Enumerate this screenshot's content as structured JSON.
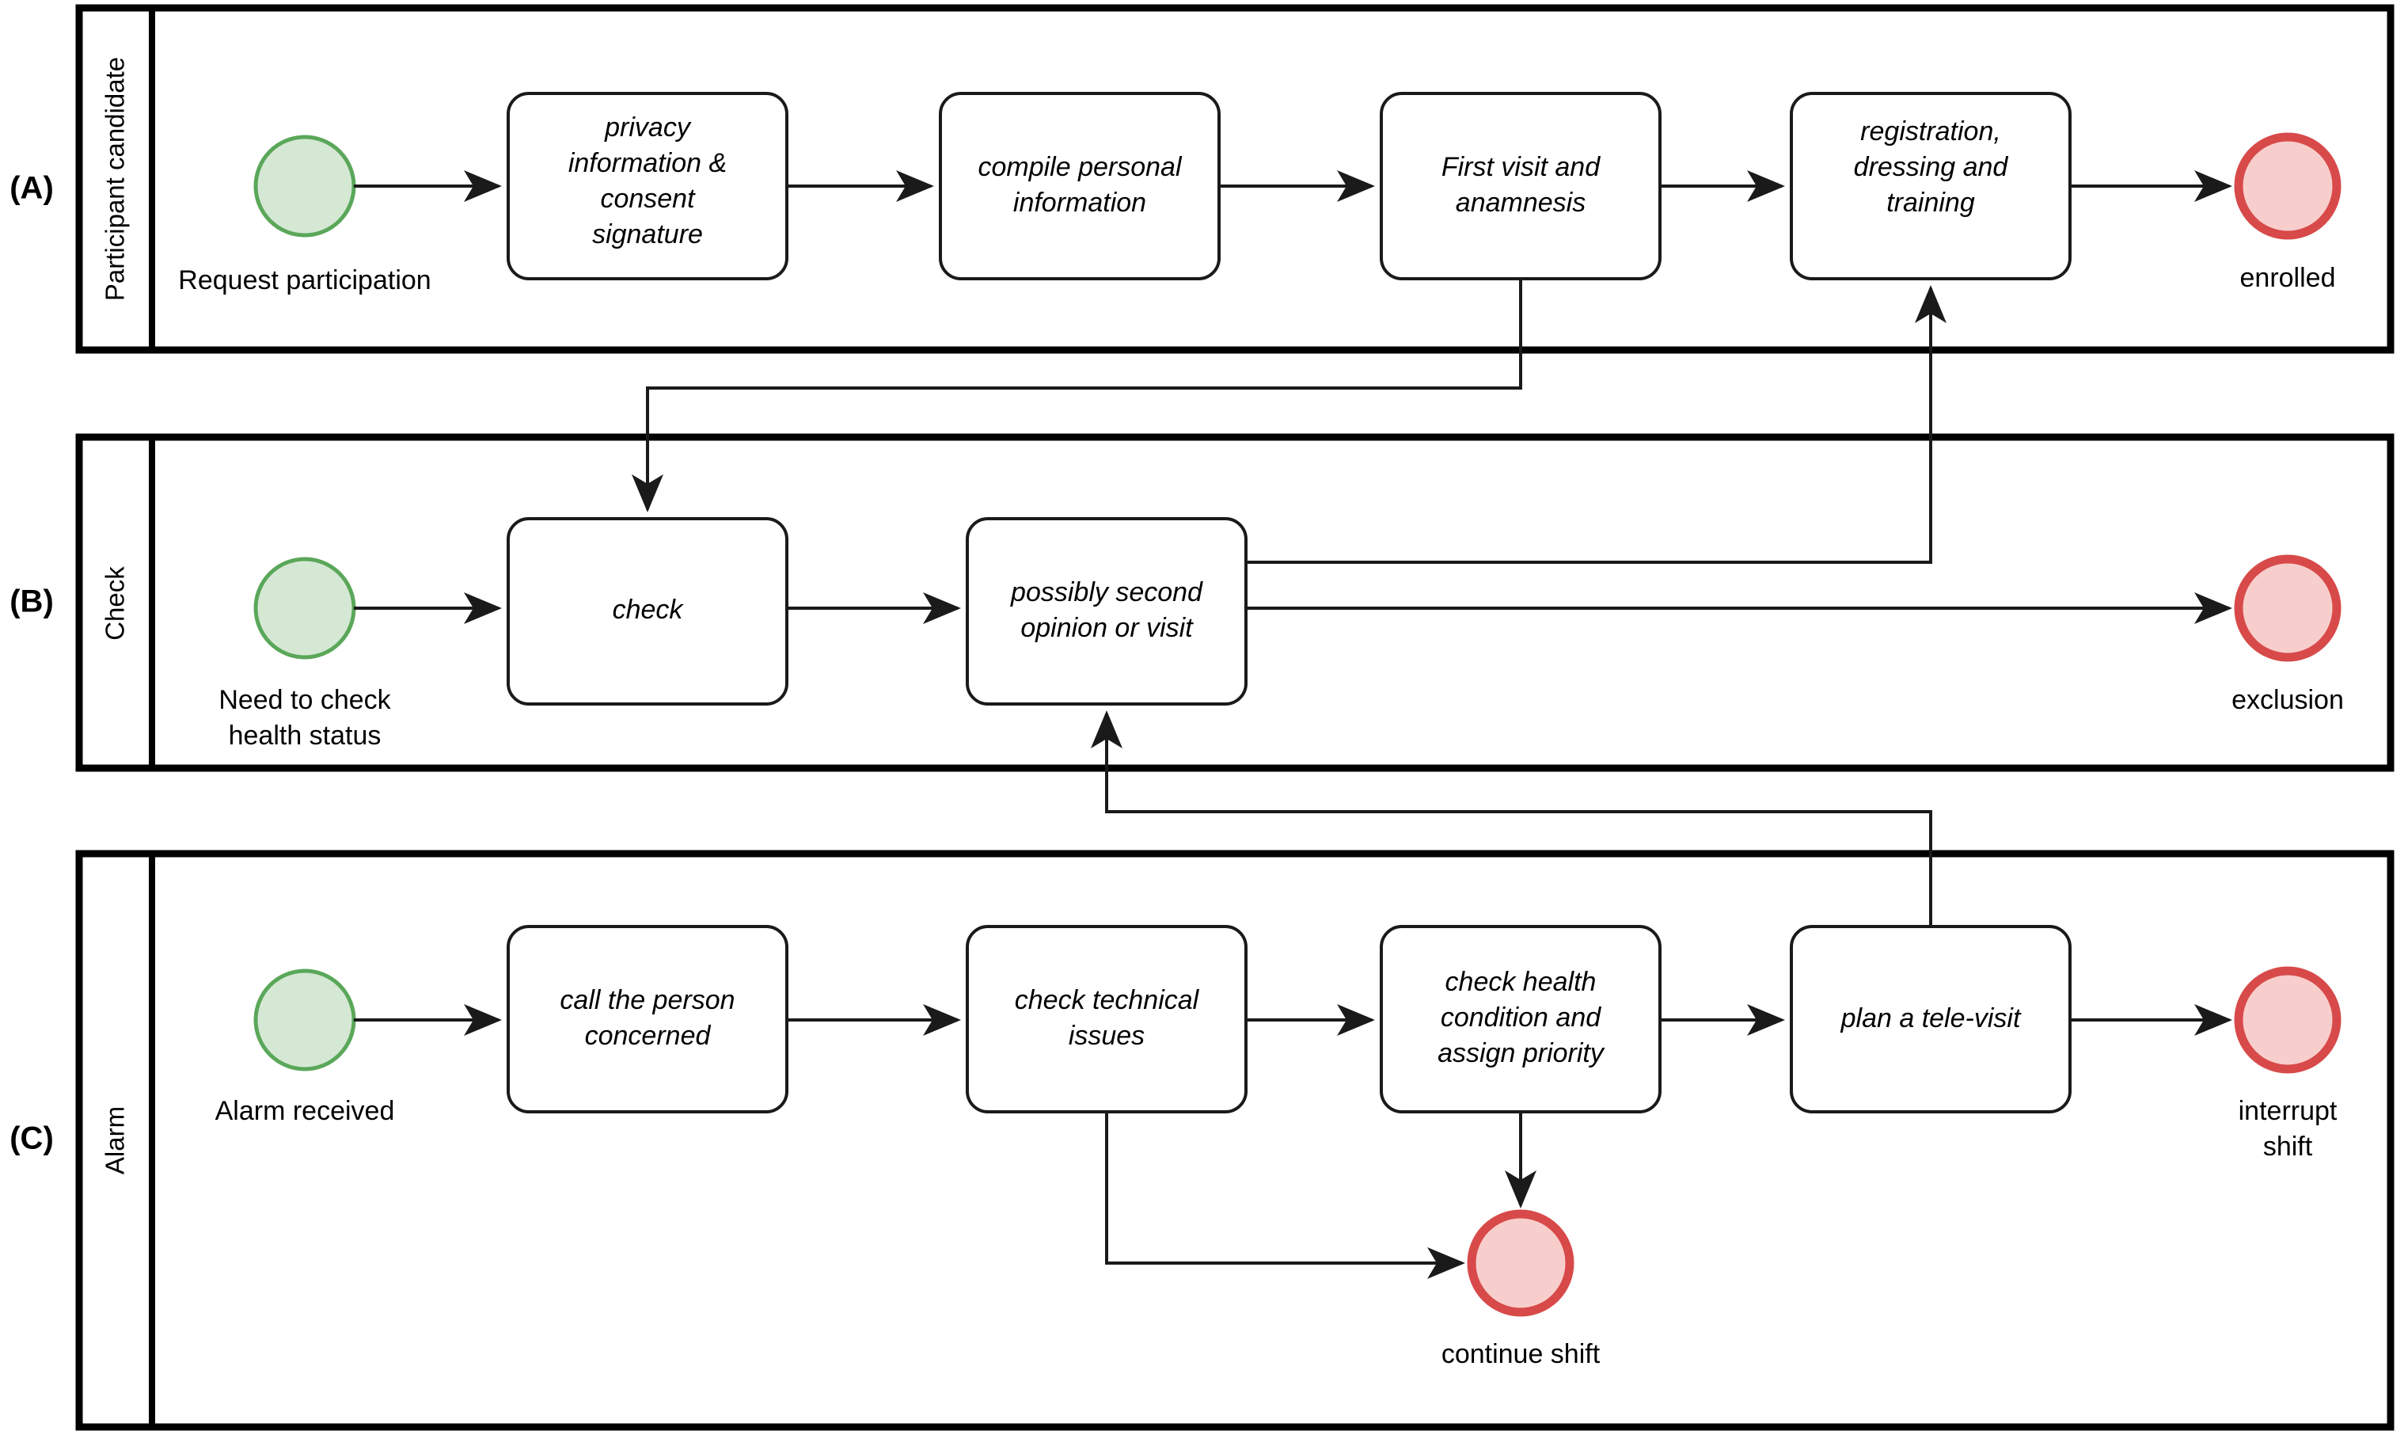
{
  "diagram": {
    "type": "bpmn-swimlane-process",
    "panels": [
      {
        "letter": "(A)",
        "lane_title": "Participant candidate",
        "start_event": {
          "label": "Request participation",
          "state": "start"
        },
        "end_event": {
          "label": "enrolled",
          "state": "end"
        },
        "tasks": [
          {
            "id": "a1",
            "label_lines": [
              "privacy",
              "information &",
              "consent",
              "signature"
            ]
          },
          {
            "id": "a2",
            "label_lines": [
              "compile personal",
              "information"
            ]
          },
          {
            "id": "a3",
            "label_lines": [
              "First visit and",
              "anamnesis"
            ]
          },
          {
            "id": "a4",
            "label_lines": [
              "registration,",
              "dressing and",
              "training"
            ]
          }
        ]
      },
      {
        "letter": "(B)",
        "lane_title": "Check",
        "start_event": {
          "label_lines": [
            "Need to check",
            "health status"
          ],
          "state": "start"
        },
        "end_event": {
          "label": "exclusion",
          "state": "end"
        },
        "tasks": [
          {
            "id": "b1",
            "label_lines": [
              "check"
            ]
          },
          {
            "id": "b2",
            "label_lines": [
              "possibly second",
              "opinion or visit"
            ]
          }
        ]
      },
      {
        "letter": "(C)",
        "lane_title": "Alarm",
        "start_event": {
          "label": "Alarm received",
          "state": "start"
        },
        "end_events": [
          {
            "label_lines": [
              "interrupt",
              "shift"
            ],
            "state": "end"
          },
          {
            "label": "continue shift",
            "state": "end"
          }
        ],
        "tasks": [
          {
            "id": "c1",
            "label_lines": [
              "call the person",
              "concerned"
            ]
          },
          {
            "id": "c2",
            "label_lines": [
              "check technical",
              "issues"
            ]
          },
          {
            "id": "c3",
            "label_lines": [
              "check health",
              "condition and",
              "assign priority"
            ]
          },
          {
            "id": "c4",
            "label_lines": [
              "plan a tele-visit"
            ]
          }
        ]
      }
    ],
    "colors": {
      "start_fill": "#d5e8d4",
      "start_stroke": "#5aa75a",
      "end_fill": "#f8cecc",
      "end_stroke": "#d74a49",
      "task_fill": "#ffffff",
      "task_stroke": "#1a1a1a",
      "lane_stroke": "#000000",
      "flow_stroke": "#1a1a1a",
      "background": "#ffffff"
    },
    "flows": [
      {
        "from": "Request participation",
        "to": "privacy information & consent signature"
      },
      {
        "from": "privacy information & consent signature",
        "to": "compile personal information"
      },
      {
        "from": "compile personal information",
        "to": "First visit and anamnesis"
      },
      {
        "from": "First visit and anamnesis",
        "to": "registration, dressing and training"
      },
      {
        "from": "registration, dressing and training",
        "to": "enrolled"
      },
      {
        "from": "First visit and anamnesis",
        "to": "check"
      },
      {
        "from": "Need to check health status",
        "to": "check"
      },
      {
        "from": "check",
        "to": "possibly second opinion or visit"
      },
      {
        "from": "possibly second opinion or visit",
        "to": "registration, dressing and training"
      },
      {
        "from": "possibly second opinion or visit",
        "to": "exclusion"
      },
      {
        "from": "Alarm received",
        "to": "call the person concerned"
      },
      {
        "from": "call the person concerned",
        "to": "check technical issues"
      },
      {
        "from": "check technical issues",
        "to": "check health condition and assign priority"
      },
      {
        "from": "check technical issues",
        "to": "continue shift"
      },
      {
        "from": "check health condition and assign priority",
        "to": "plan a tele-visit"
      },
      {
        "from": "check health condition and assign priority",
        "to": "continue shift"
      },
      {
        "from": "plan a tele-visit",
        "to": "interrupt shift"
      },
      {
        "from": "plan a tele-visit",
        "to": "possibly second opinion or visit"
      }
    ]
  }
}
